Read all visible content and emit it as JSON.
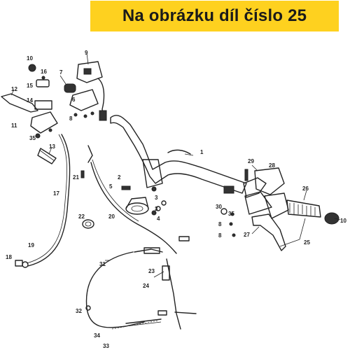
{
  "banner": {
    "title": "Na obrázku díl číslo 25"
  },
  "labels": [
    {
      "id": "l1",
      "text": "1"
    },
    {
      "id": "l2",
      "text": "2"
    },
    {
      "id": "l3",
      "text": "3"
    },
    {
      "id": "l3b",
      "text": "3"
    },
    {
      "id": "l4",
      "text": "4"
    },
    {
      "id": "l5",
      "text": "5"
    },
    {
      "id": "l6",
      "text": "6"
    },
    {
      "id": "l7",
      "text": "7"
    },
    {
      "id": "l8a",
      "text": "8"
    },
    {
      "id": "l8b",
      "text": "8"
    },
    {
      "id": "l8c",
      "text": "8"
    },
    {
      "id": "l9",
      "text": "9"
    },
    {
      "id": "l10a",
      "text": "10"
    },
    {
      "id": "l10b",
      "text": "10"
    },
    {
      "id": "l11",
      "text": "11"
    },
    {
      "id": "l12",
      "text": "12"
    },
    {
      "id": "l13",
      "text": "13"
    },
    {
      "id": "l14",
      "text": "14"
    },
    {
      "id": "l15",
      "text": "15"
    },
    {
      "id": "l16",
      "text": "16"
    },
    {
      "id": "l17",
      "text": "17"
    },
    {
      "id": "l18",
      "text": "18"
    },
    {
      "id": "l19",
      "text": "19"
    },
    {
      "id": "l20",
      "text": "20"
    },
    {
      "id": "l21",
      "text": "21"
    },
    {
      "id": "l22",
      "text": "22"
    },
    {
      "id": "l23",
      "text": "23"
    },
    {
      "id": "l24",
      "text": "24"
    },
    {
      "id": "l25",
      "text": "25"
    },
    {
      "id": "l26",
      "text": "26"
    },
    {
      "id": "l27",
      "text": "27"
    },
    {
      "id": "l28",
      "text": "28"
    },
    {
      "id": "l29",
      "text": "29"
    },
    {
      "id": "l30",
      "text": "30"
    },
    {
      "id": "l31",
      "text": "31"
    },
    {
      "id": "l32",
      "text": "32"
    },
    {
      "id": "l33",
      "text": "33"
    },
    {
      "id": "l34",
      "text": "34"
    },
    {
      "id": "l35a",
      "text": "35"
    },
    {
      "id": "l35b",
      "text": "35"
    }
  ]
}
